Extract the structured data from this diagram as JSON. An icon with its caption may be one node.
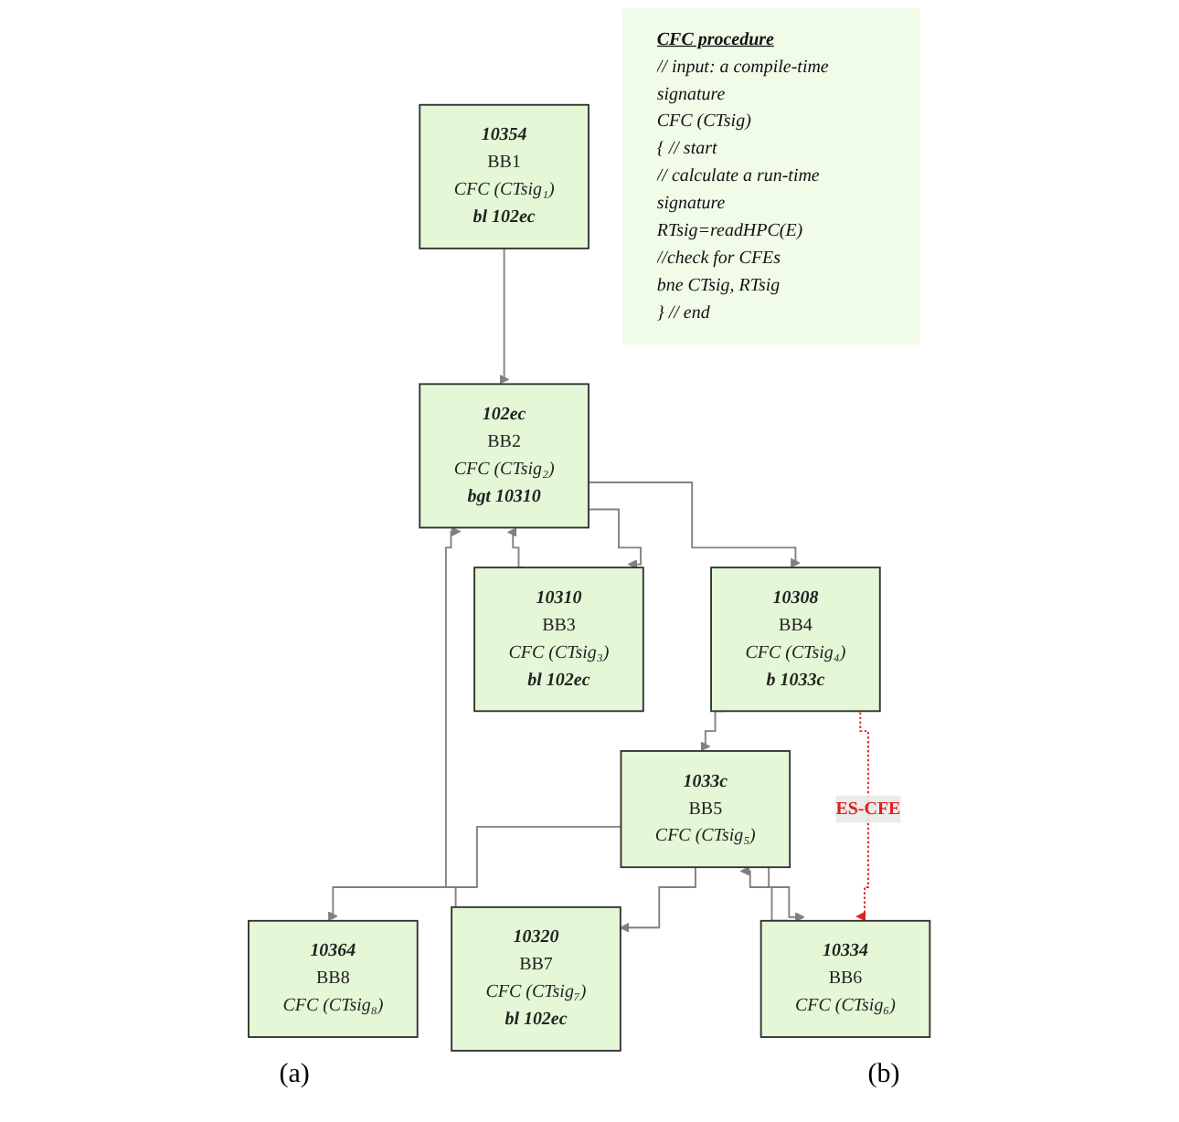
{
  "diagram": {
    "nodes": [
      {
        "text": [
          "10354",
          "BB1",
          "CFC (CTsig₁)",
          "bl 102ec"
        ]
      },
      {
        "text": [
          "102ec",
          "BB2",
          "CFC (CTsig₂)",
          "bgt 10310"
        ]
      },
      {
        "text": [
          "10308",
          "BB4",
          "CFC (CTsig₄)",
          "b 1033c"
        ]
      },
      {
        "text": [
          "10310",
          "BB3",
          "CFC (CTsig₃)",
          "bl 102ec"
        ]
      },
      {
        "text": [
          "1033c",
          "BB5",
          "CFC (CTsig₅)"
        ]
      },
      {
        "text": [
          "10320",
          "BB7",
          "CFC (CTsig₇)",
          "bl 102ec"
        ]
      },
      {
        "text": [
          "10334",
          "BB6",
          "CFC (CTsig₆)"
        ]
      },
      {
        "text": [
          "10364",
          "BB8",
          "CFC (CTsig₈)"
        ]
      },
      {
        "text": [
          "CFC procedure",
          "// input: a compile-time signature",
          "CFC (CTsig)",
          "{ // start",
          "// calculate a run-time signature",
          "RTsig=readHPC(E)",
          "//check for CFEs",
          "bne CTsig, RTsig",
          "} // end"
        ]
      }
    ],
    "edges": [
      {
        "from": 0,
        "to": 1,
        "arrow": "to"
      },
      {
        "from": 1,
        "to": 2,
        "arrow": "to"
      },
      {
        "from": 1,
        "to": 3,
        "arrow": "to"
      },
      {
        "from": 3,
        "to": 1,
        "arrow": "to"
      },
      {
        "from": 2,
        "to": 4,
        "arrow": "to"
      },
      {
        "from": 2,
        "to": 6,
        "arrow": "to",
        "label": "ES-CFE",
        "style": "dashed",
        "color": "#e0201c"
      },
      {
        "from": 4,
        "to": 5,
        "arrow": "to"
      },
      {
        "from": 4,
        "to": 7,
        "arrow": "to"
      },
      {
        "from": 4,
        "to": 6,
        "arrow": "to"
      },
      {
        "from": 5,
        "to": 1,
        "arrow": "to"
      },
      {
        "from": 6,
        "to": 4,
        "arrow": "to"
      }
    ],
    "labels": [
      "(a)",
      "(b)"
    ]
  }
}
